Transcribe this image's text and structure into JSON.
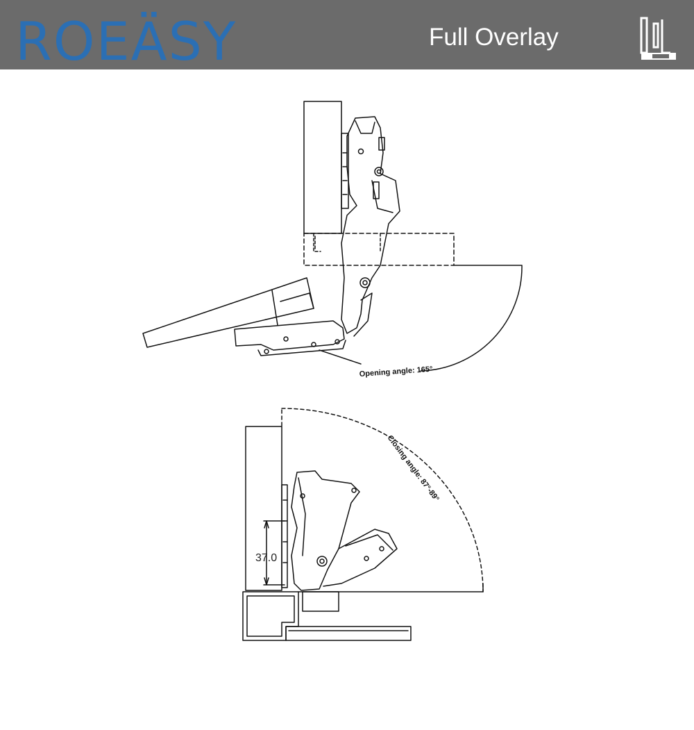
{
  "header": {
    "brand": "ROEÄSY",
    "title": "Full Overlay",
    "icon": "full-overlay-hinge-icon",
    "colors": {
      "background": "#6b6b6b",
      "brand": "#2b6fb4",
      "title": "#ffffff"
    }
  },
  "top_diagram": {
    "opening_angle_label": "Opening angle: 165°"
  },
  "bottom_diagram": {
    "closing_angle_label": "Closing angle: 87°-89°",
    "dimension_label": "37.0"
  }
}
